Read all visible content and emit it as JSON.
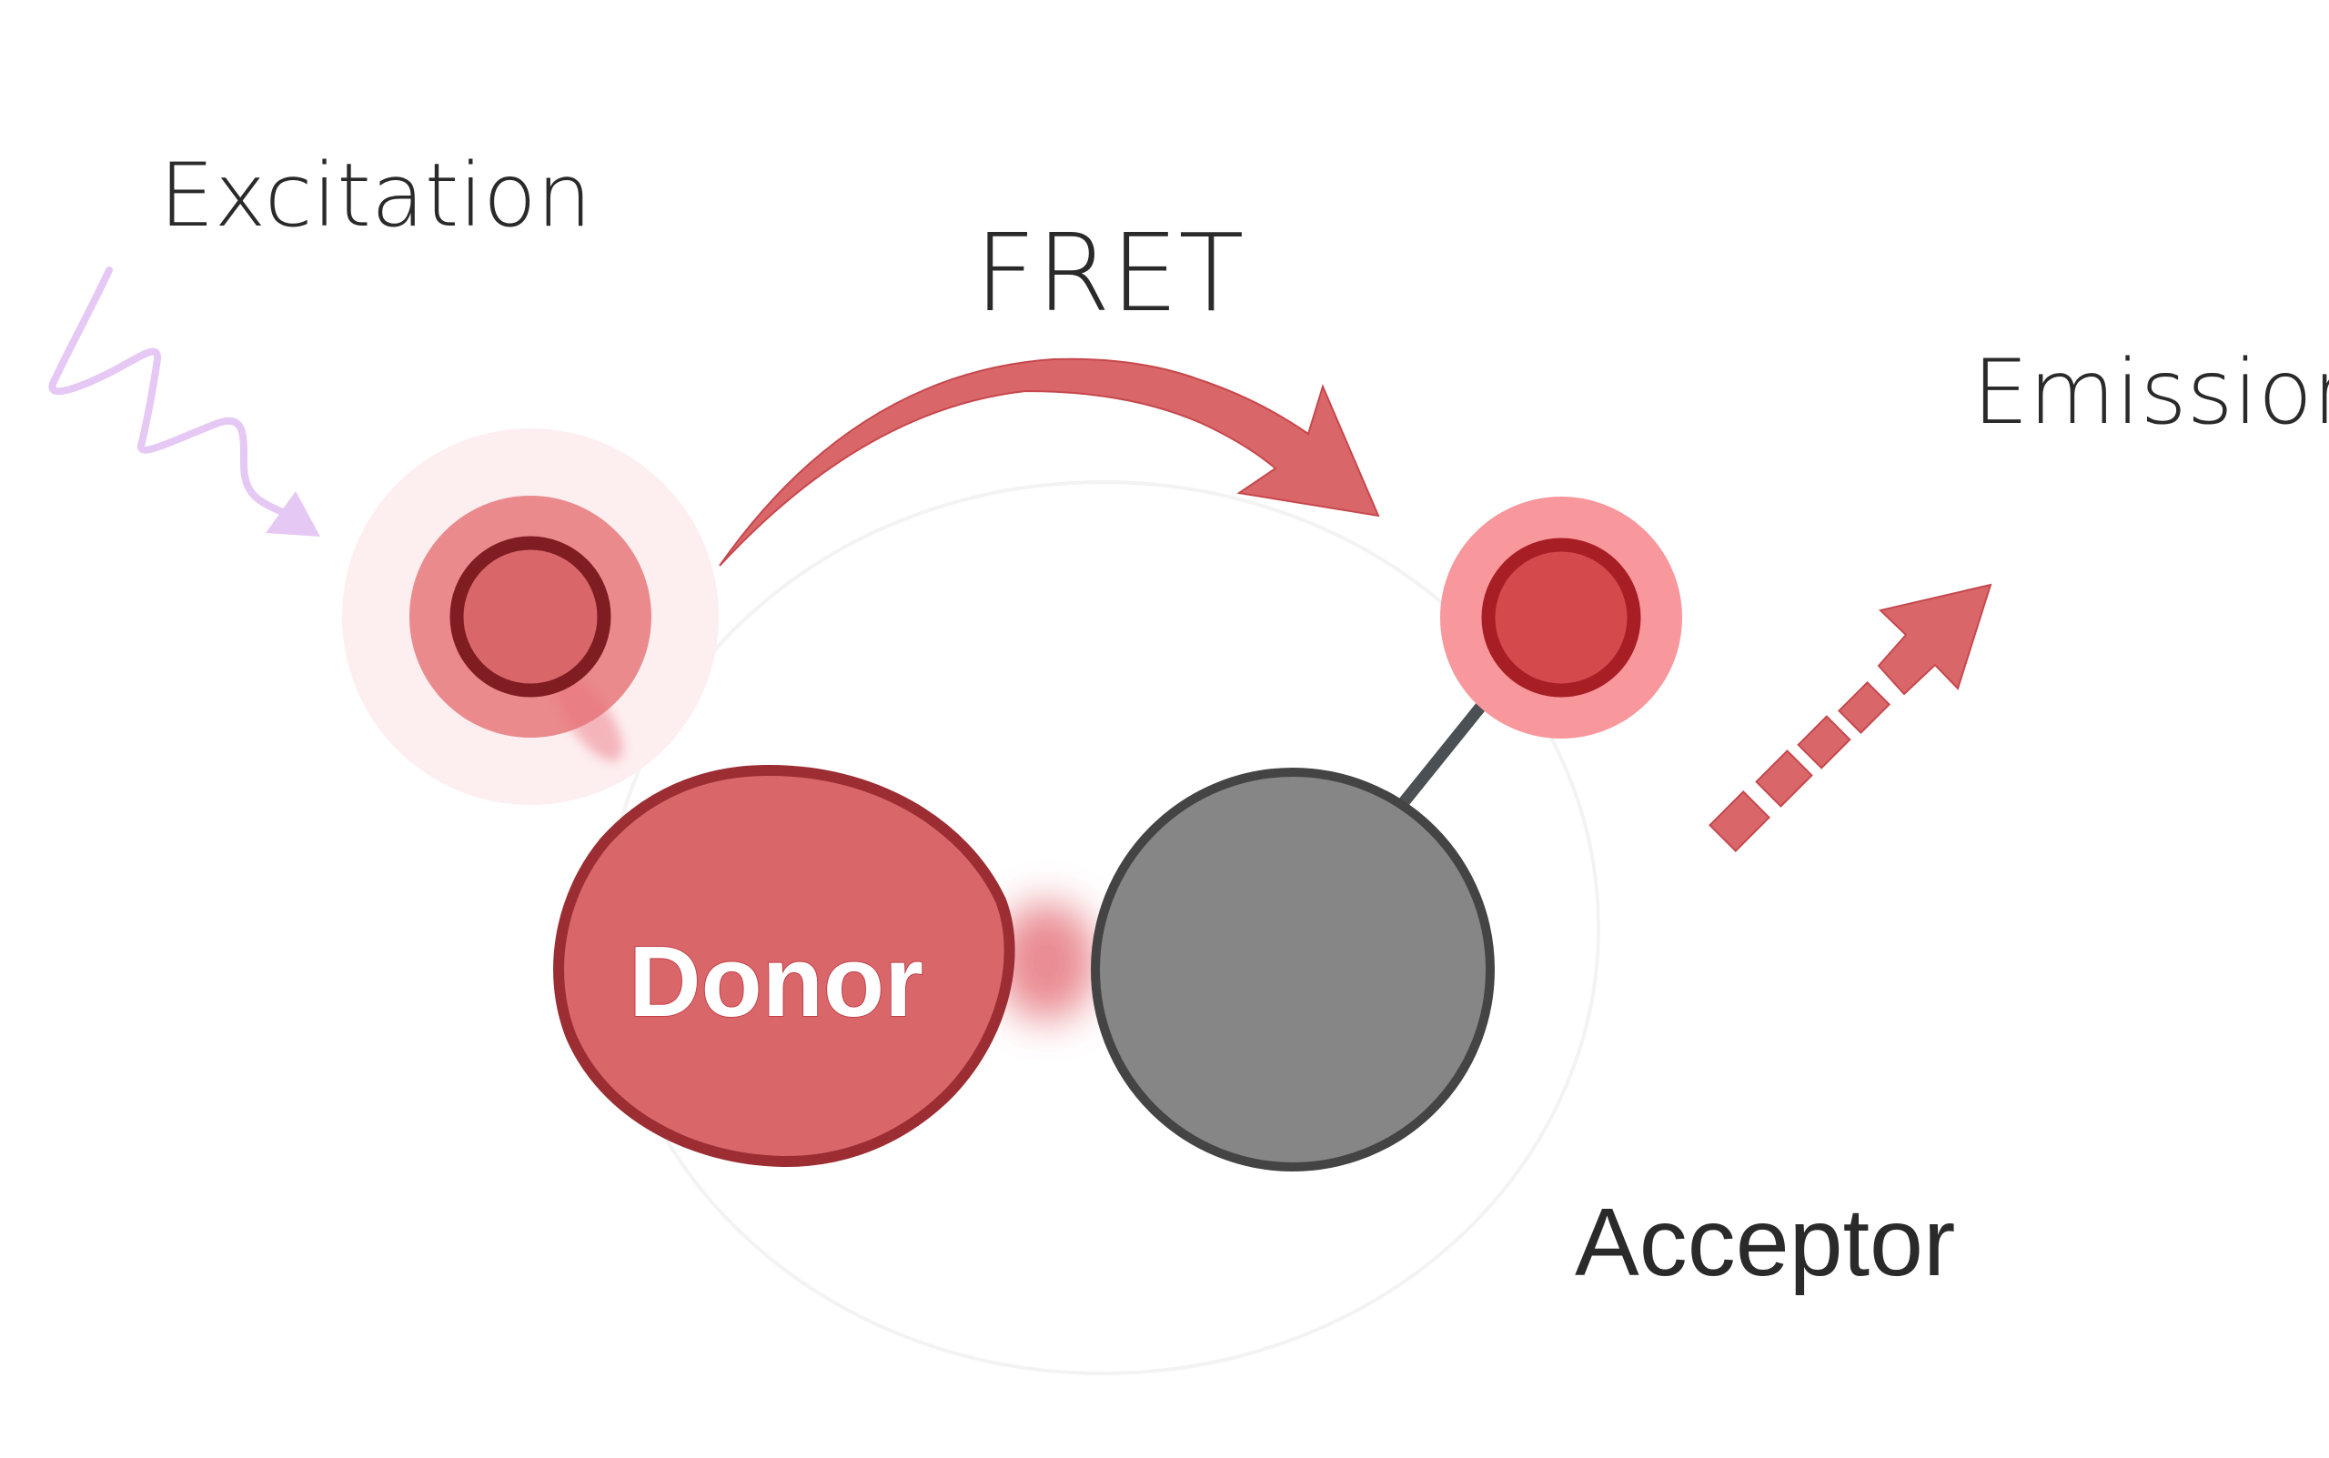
{
  "diagram": {
    "title": "FRET schematic",
    "labels": {
      "excitation": "Excitation",
      "fret": "FRET",
      "emission": "Emission",
      "donor": "Donor",
      "acceptor": "Acceptor"
    },
    "colors": {
      "donor_fill": "#d9676a",
      "donor_stroke": "#9b2d33",
      "donor_fluor_core": "#d9676a",
      "donor_fluor_ring": "#7f1d22",
      "donor_fluor_halo": "#ea8a8d",
      "donor_fluor_glow": "#fdeef0",
      "acceptor_fill": "#868686",
      "acceptor_stroke": "#444444",
      "acceptor_fluor_core": "#d44a4c",
      "acceptor_fluor_ring": "#a81e25",
      "acceptor_fluor_halo": "#f8979c",
      "linker": "#4a5053",
      "arrow": "#d9676a",
      "arrow_stroke": "#c6474c",
      "excitation_wave": "#e6c8f5",
      "text": "#2a2a2a"
    }
  }
}
